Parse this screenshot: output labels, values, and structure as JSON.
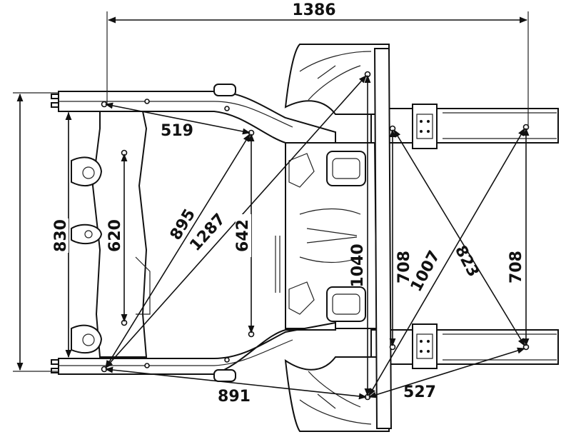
{
  "dimensions": {
    "overall_length": "1386",
    "front_width": "830",
    "inner_rail": "620",
    "diag_519": "519",
    "diag_895": "895",
    "diag_1287": "1287",
    "mid_642": "642",
    "center_1040": "1040",
    "rear_708_left": "708",
    "diag_1007": "1007",
    "diag_823": "823",
    "rear_708_right": "708",
    "bottom_891": "891",
    "bottom_527": "527"
  }
}
